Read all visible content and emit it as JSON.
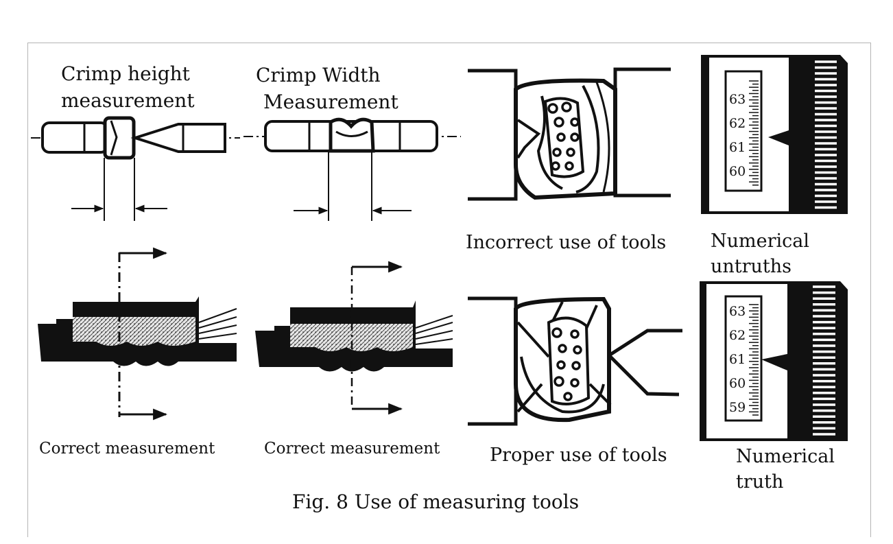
{
  "figure": {
    "caption": "Fig. 8 Use of measuring tools",
    "panels": [
      {
        "id": "crimp-height",
        "label_lines": [
          "Crimp height",
          "measurement"
        ]
      },
      {
        "id": "crimp-width",
        "label_lines": [
          "Crimp Width",
          "Measurement"
        ]
      },
      {
        "id": "incorrect-tools",
        "label_lines": [
          "Incorrect use of tools"
        ]
      },
      {
        "id": "numerical-untruths",
        "label_lines": [
          "Numerical",
          "untruths"
        ],
        "scale_numbers": [
          "63",
          "62",
          "61",
          "60"
        ]
      },
      {
        "id": "correct-measurement-1",
        "label_lines": [
          "Correct measurement"
        ]
      },
      {
        "id": "correct-measurement-2",
        "label_lines": [
          "Correct measurement"
        ]
      },
      {
        "id": "proper-tools",
        "label_lines": [
          "Proper use of tools"
        ]
      },
      {
        "id": "numerical-truth",
        "label_lines": [
          "Numerical",
          "truth"
        ],
        "scale_numbers": [
          "63",
          "62",
          "61",
          "60",
          "59"
        ]
      }
    ]
  },
  "colors": {
    "ink": "#111111",
    "frame": "#b4b4b4",
    "paper": "#ffffff",
    "stipple": "#d9d9d9"
  }
}
